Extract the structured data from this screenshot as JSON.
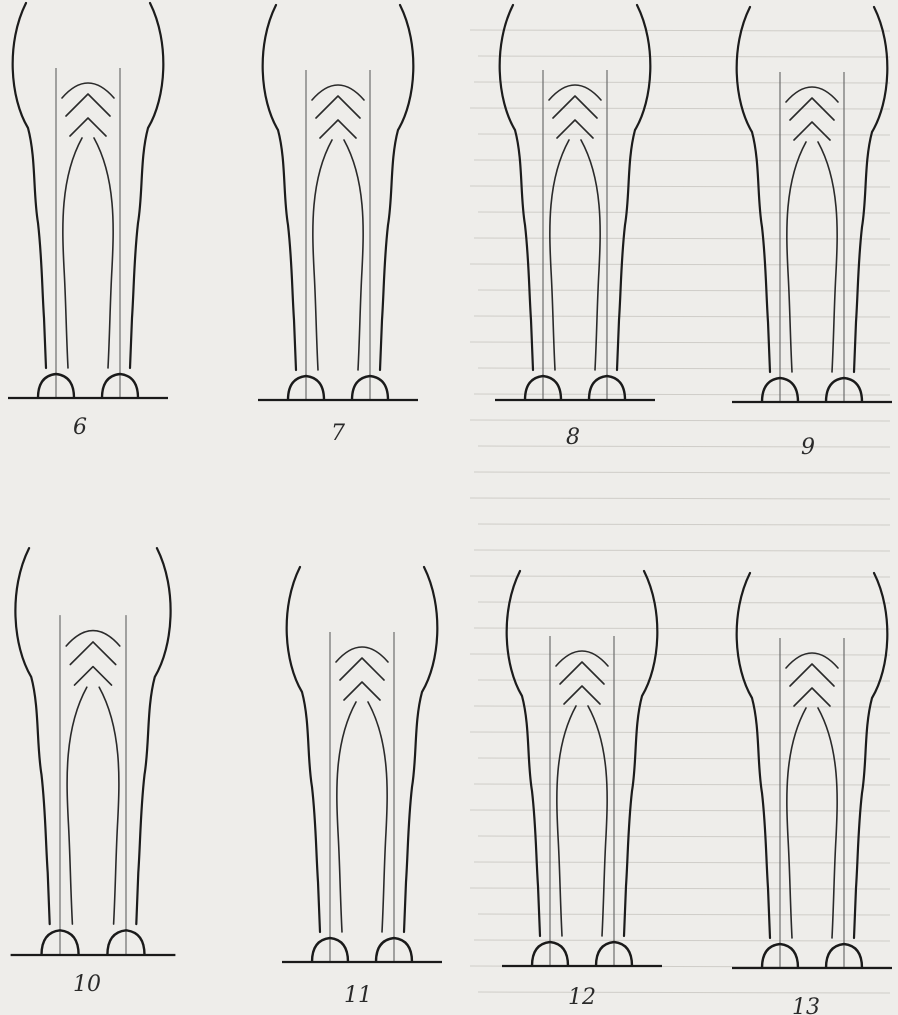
{
  "figures": [
    {
      "number": "6"
    },
    {
      "number": "7"
    },
    {
      "number": "8"
    },
    {
      "number": "9"
    },
    {
      "number": "10"
    },
    {
      "number": "11"
    },
    {
      "number": "12"
    },
    {
      "number": "13"
    }
  ],
  "colors": {
    "paper": "#eeedea",
    "ink": "#1c1c1c",
    "plumb_line": "#6d6d6d"
  }
}
